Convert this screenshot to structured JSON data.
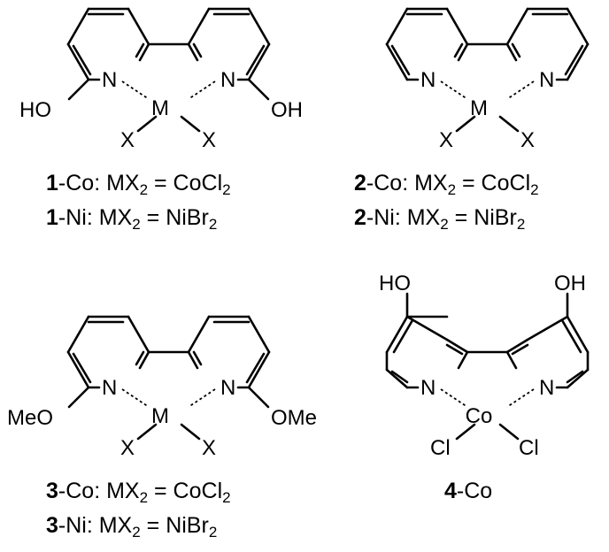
{
  "structures": [
    {
      "id": "1",
      "atoms": {
        "n_left": "N",
        "n_right": "N",
        "metal": "M",
        "x_left": "X",
        "x_right": "X",
        "sub_left": "HO",
        "sub_right": "OH"
      },
      "captions": [
        {
          "num": "1",
          "rest": "-Co: MX",
          "sub": "2",
          "tail": " = CoCl",
          "tsub": "2"
        },
        {
          "num": "1",
          "rest": "-Ni: MX",
          "sub": "2",
          "tail": " = NiBr",
          "tsub": "2"
        }
      ]
    },
    {
      "id": "2",
      "atoms": {
        "n_left": "N",
        "n_right": "N",
        "metal": "M",
        "x_left": "X",
        "x_right": "X"
      },
      "captions": [
        {
          "num": "2",
          "rest": "-Co: MX",
          "sub": "2",
          "tail": " = CoCl",
          "tsub": "2"
        },
        {
          "num": "2",
          "rest": "-Ni: MX",
          "sub": "2",
          "tail": " = NiBr",
          "tsub": "2"
        }
      ]
    },
    {
      "id": "3",
      "atoms": {
        "n_left": "N",
        "n_right": "N",
        "metal": "M",
        "x_left": "X",
        "x_right": "X",
        "sub_left": "MeO",
        "sub_right": "OMe"
      },
      "captions": [
        {
          "num": "3",
          "rest": "-Co: MX",
          "sub": "2",
          "tail": " = CoCl",
          "tsub": "2"
        },
        {
          "num": "3",
          "rest": "-Ni: MX",
          "sub": "2",
          "tail": " = NiBr",
          "tsub": "2"
        }
      ]
    },
    {
      "id": "4",
      "atoms": {
        "n_left": "N",
        "n_right": "N",
        "metal": "Co",
        "x_left": "Cl",
        "x_right": "Cl",
        "top_left": "HO",
        "top_right": "OH"
      },
      "captions": [
        {
          "num": "4",
          "rest": "-Co"
        }
      ]
    }
  ]
}
